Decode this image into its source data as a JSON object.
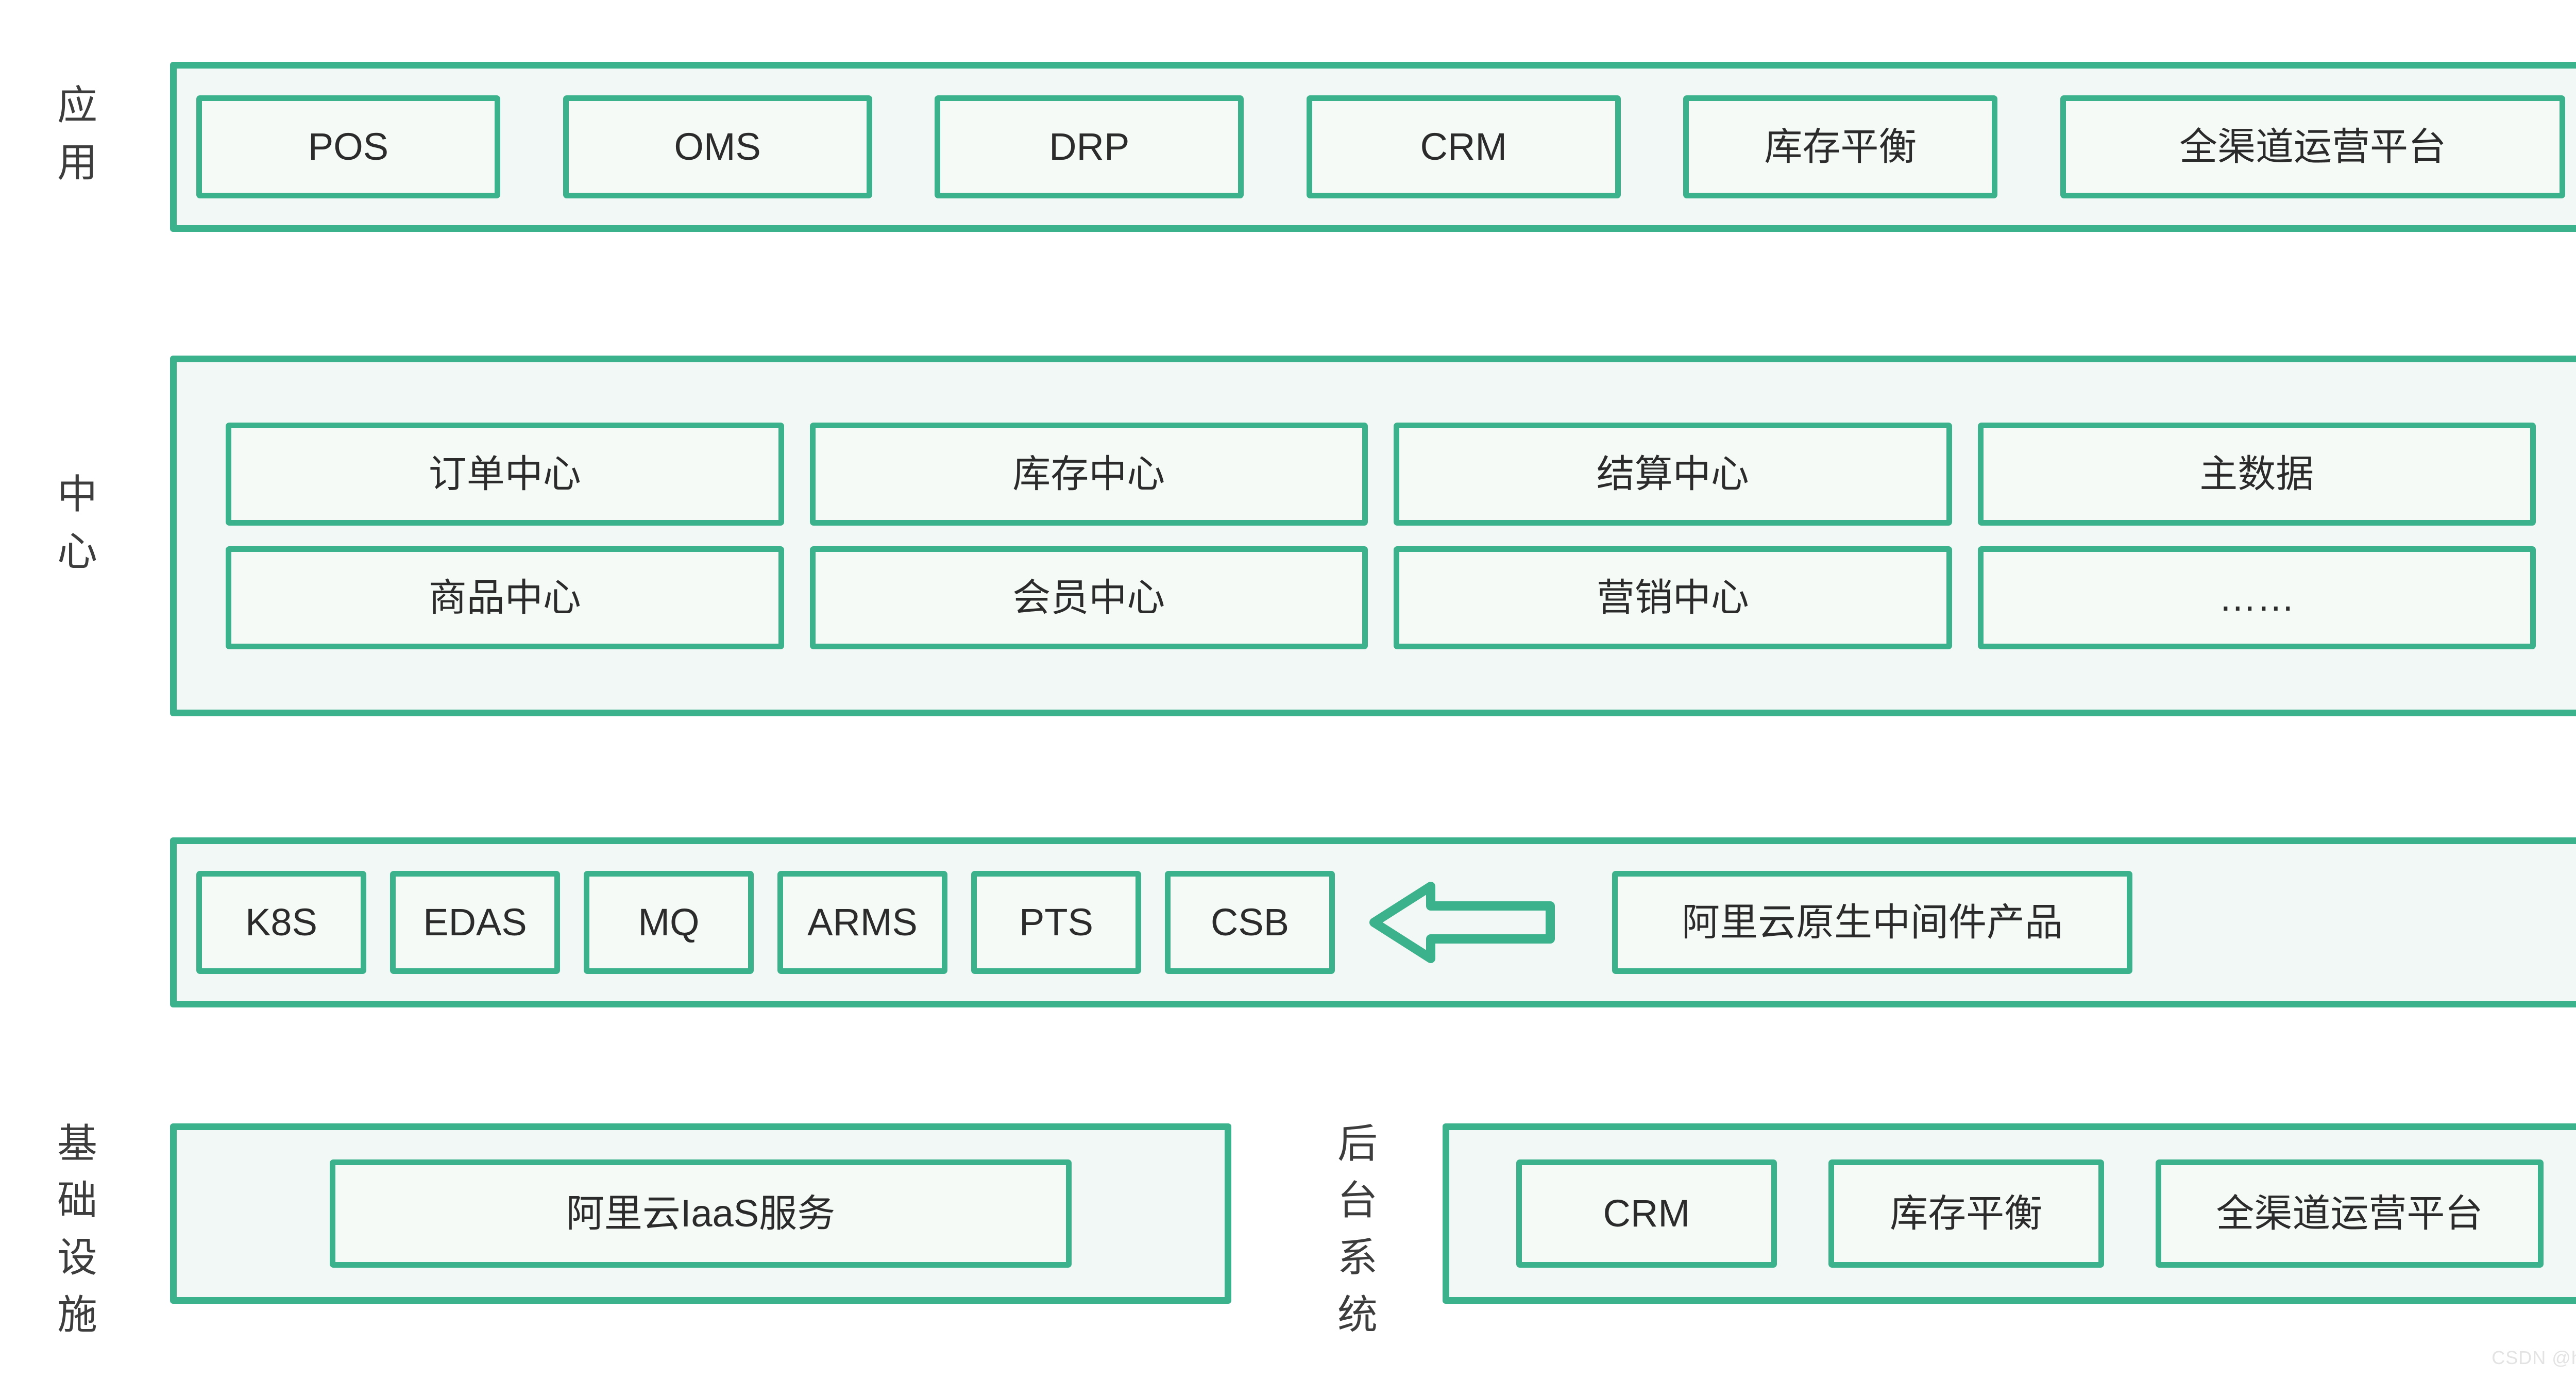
{
  "theme": {
    "accent": "#3cb28c",
    "panel_fill": "#f2f8f5",
    "node_fill": "#f5faf7",
    "text": "#2b2b2b",
    "label_text": "#3d3d3d",
    "background": "#ffffff"
  },
  "tiers": {
    "application": {
      "label": "应用",
      "label_chars": [
        "应",
        "用"
      ],
      "nodes": [
        {
          "label": "POS"
        },
        {
          "label": "OMS"
        },
        {
          "label": "DRP"
        },
        {
          "label": "CRM"
        },
        {
          "label": "库存平衡"
        },
        {
          "label": "全渠道运营平台"
        }
      ]
    },
    "center": {
      "label": "中心",
      "label_chars": [
        "中",
        "心"
      ],
      "rows": [
        [
          {
            "label": "订单中心"
          },
          {
            "label": "库存中心"
          },
          {
            "label": "结算中心"
          },
          {
            "label": "主数据"
          }
        ],
        [
          {
            "label": "商品中心"
          },
          {
            "label": "会员中心"
          },
          {
            "label": "营销中心"
          },
          {
            "label": "……"
          }
        ]
      ]
    },
    "middleware": {
      "label": "",
      "nodes": [
        {
          "label": "K8S"
        },
        {
          "label": "EDAS"
        },
        {
          "label": "MQ"
        },
        {
          "label": "ARMS"
        },
        {
          "label": "PTS"
        },
        {
          "label": "CSB"
        }
      ],
      "arrow": {
        "direction": "left",
        "name": "left-arrow"
      },
      "callout": {
        "label": "阿里云原生中间件产品"
      }
    },
    "infrastructure": {
      "label": "基础设施",
      "label_chars": [
        "基",
        "础",
        "设",
        "施"
      ],
      "nodes": [
        {
          "label": "阿里云IaaS服务"
        }
      ]
    },
    "backend": {
      "label": "后台系统",
      "label_chars": [
        "后",
        "台",
        "系",
        "统"
      ],
      "nodes": [
        {
          "label": "CRM"
        },
        {
          "label": "库存平衡"
        },
        {
          "label": "全渠道运营平台"
        }
      ]
    }
  },
  "watermark": "CSDN @huaqianzkh"
}
